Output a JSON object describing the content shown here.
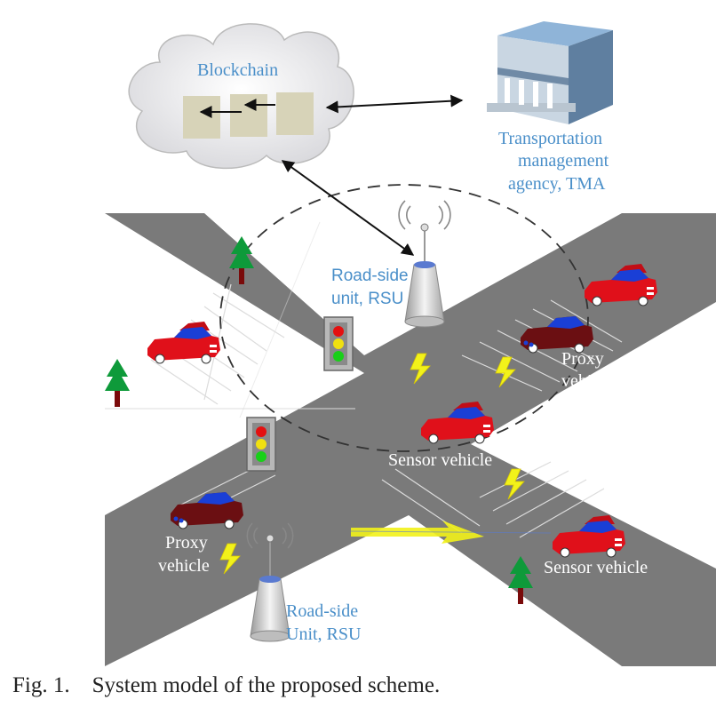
{
  "labels": {
    "blockchain": "Blockchain",
    "tma_line1": "Transportation",
    "tma_line2": "management",
    "tma_line3": "agency, TMA",
    "rsu_top_line1": "Road-side",
    "rsu_top_line2": "unit, RSU",
    "rsu_bottom_line1": "Road-side",
    "rsu_bottom_line2": "Unit, RSU",
    "proxy_right_line1": "Proxy",
    "proxy_right_line2": "vehicle",
    "proxy_left_line1": "Proxy",
    "proxy_left_line2": "vehicle",
    "sensor_center": "Sensor vehicle",
    "sensor_right": "Sensor vehicle"
  },
  "caption": {
    "fig": "Fig. 1.",
    "text": "System model of the proposed scheme."
  },
  "colors": {
    "road": "#7a7a7a",
    "car_red": "#e0101a",
    "car_dark": "#6b0f12",
    "car_blue": "#1a3fd6",
    "label_blue": "#4a8fc9",
    "tree": "#0e9a3a",
    "lightning": "#f2f21a"
  },
  "icons": [
    "cloud-icon",
    "building-icon",
    "rsu-tower-icon",
    "traffic-light-icon",
    "tree-icon",
    "car-icon",
    "lightning-icon"
  ]
}
